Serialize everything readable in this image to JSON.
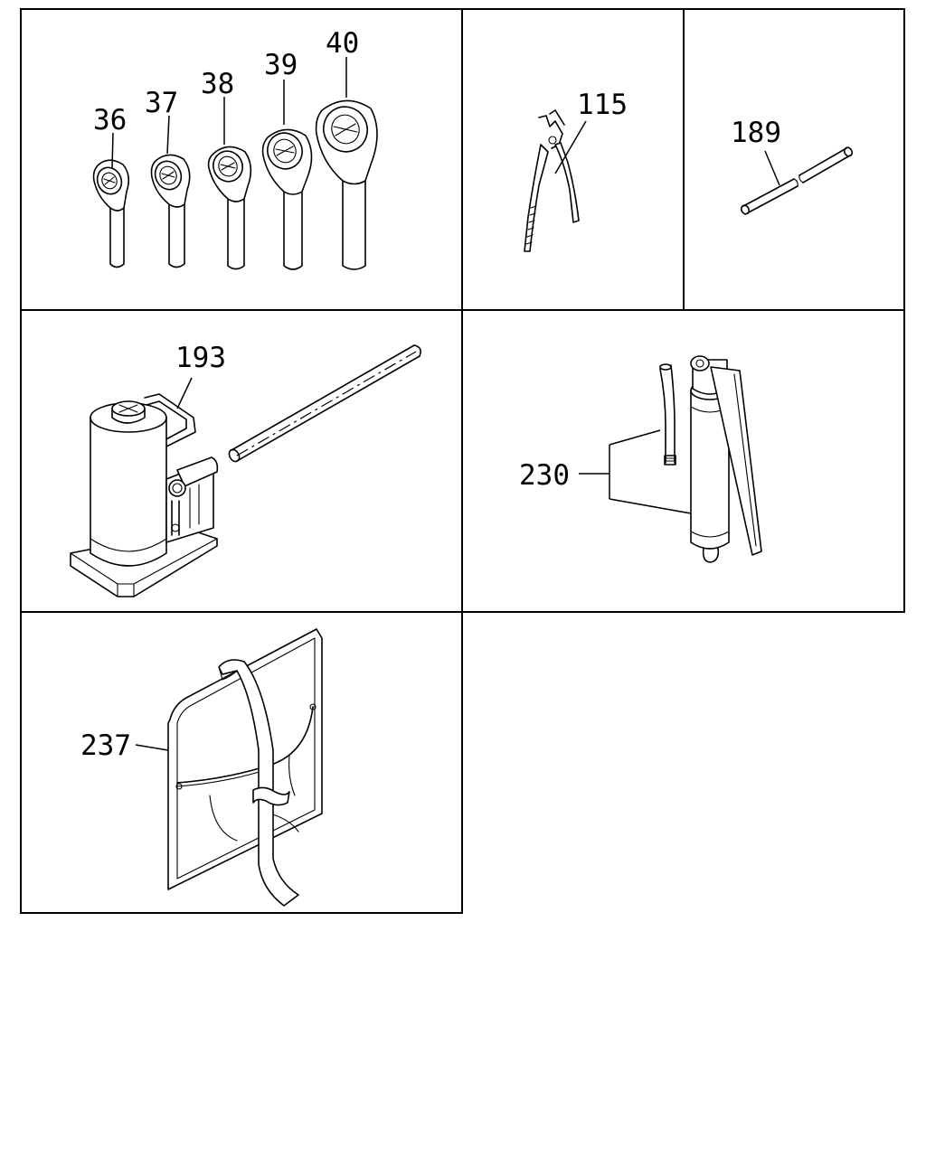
{
  "callouts": {
    "c36": "36",
    "c37": "37",
    "c38": "38",
    "c39": "39",
    "c40": "40",
    "c115": "115",
    "c189": "189",
    "c193": "193",
    "c230": "230",
    "c237": "237"
  },
  "icons": {
    "wrenches": "box-end-wrench-set-icon",
    "pliers": "pliers-icon",
    "pin": "pin-rod-icon",
    "jack": "hydraulic-bottle-jack-icon",
    "grease_gun": "grease-gun-icon",
    "tool_bag": "tool-bag-icon"
  }
}
